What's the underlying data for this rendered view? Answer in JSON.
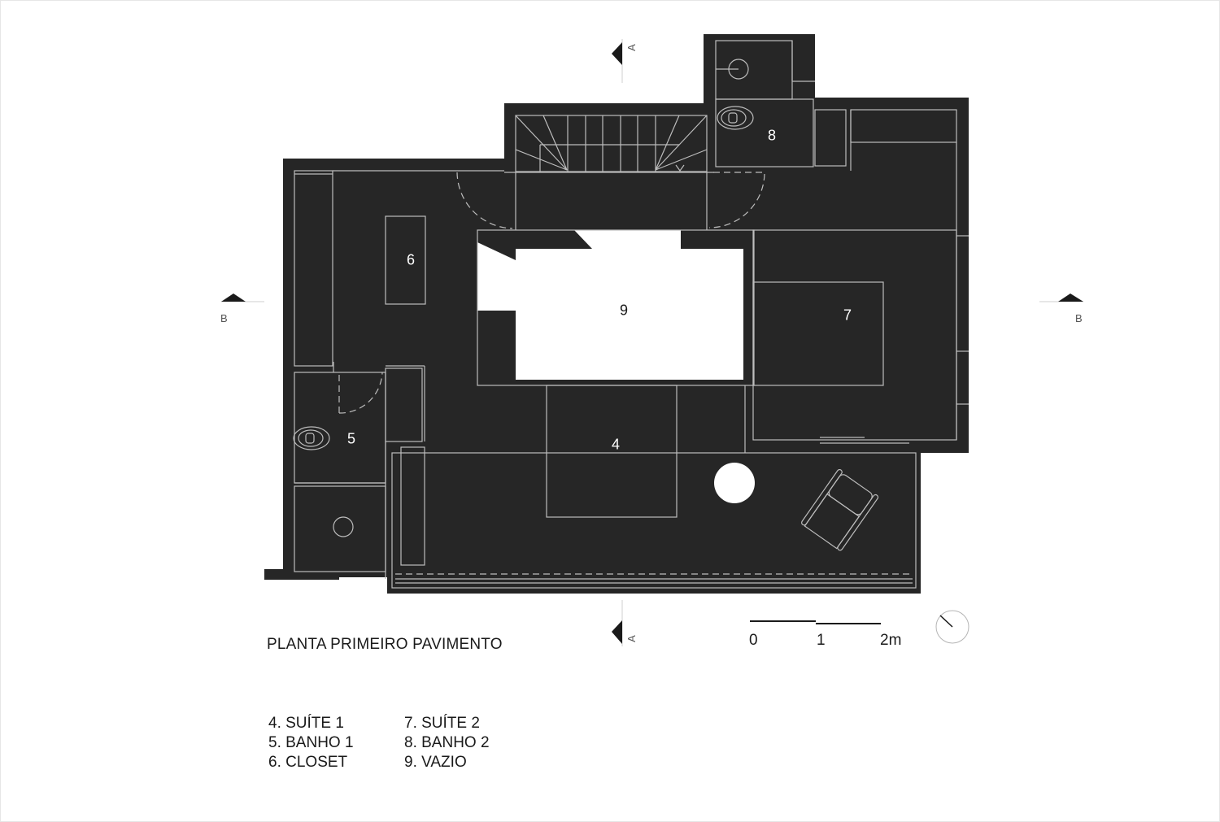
{
  "drawing": {
    "title": "PLANTA PRIMEIRO PAVIMENTO",
    "fill_color": "#262626",
    "line_color": "#bdbdbd",
    "background": "#ffffff"
  },
  "rooms": [
    {
      "number": "4",
      "name": "SUÍTE 1"
    },
    {
      "number": "5",
      "name": "BANHO 1"
    },
    {
      "number": "6",
      "name": "CLOSET"
    },
    {
      "number": "7",
      "name": "SUÍTE 2"
    },
    {
      "number": "8",
      "name": "BANHO 2"
    },
    {
      "number": "9",
      "name": "VAZIO"
    }
  ],
  "room_labels": {
    "r4": "4",
    "r5": "5",
    "r6": "6",
    "r7": "7",
    "r8": "8",
    "r9": "9"
  },
  "legend": {
    "col1": [
      "4. SUÍTE 1",
      "5. BANHO 1",
      "6. CLOSET"
    ],
    "col2": [
      "7. SUÍTE 2",
      "8. BANHO 2",
      "9. VAZIO"
    ]
  },
  "section_marks": {
    "a_top": "A",
    "a_bottom": "A",
    "b_left": "B",
    "b_right": "B"
  },
  "scale_bar": {
    "ticks": [
      "0",
      "1",
      "2m"
    ]
  },
  "icons": {
    "north_arrow": "north-arrow-icon",
    "section_marker": "section-marker-icon",
    "toilet": "toilet-icon",
    "sink": "sink-icon",
    "armchair": "armchair-icon",
    "round_table": "round-table-icon"
  }
}
